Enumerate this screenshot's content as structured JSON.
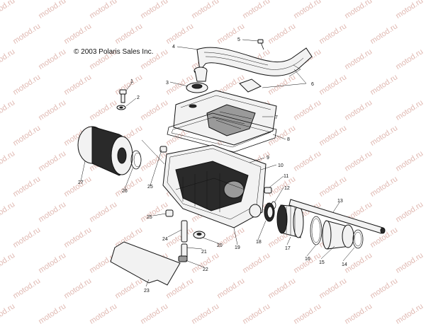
{
  "copyright": "© 2003 Polaris Sales Inc.",
  "watermark_text": "motod.ru",
  "callouts": [
    "1",
    "2",
    "3",
    "4",
    "5",
    "6",
    "7",
    "8",
    "9",
    "10",
    "11",
    "12",
    "13",
    "14",
    "15",
    "16",
    "17",
    "18",
    "19",
    "20",
    "21",
    "22",
    "23",
    "24",
    "25",
    "25",
    "26",
    "27"
  ],
  "colors": {
    "ink": "#111111",
    "watermark": "#e0b9b2",
    "background": "#ffffff"
  }
}
